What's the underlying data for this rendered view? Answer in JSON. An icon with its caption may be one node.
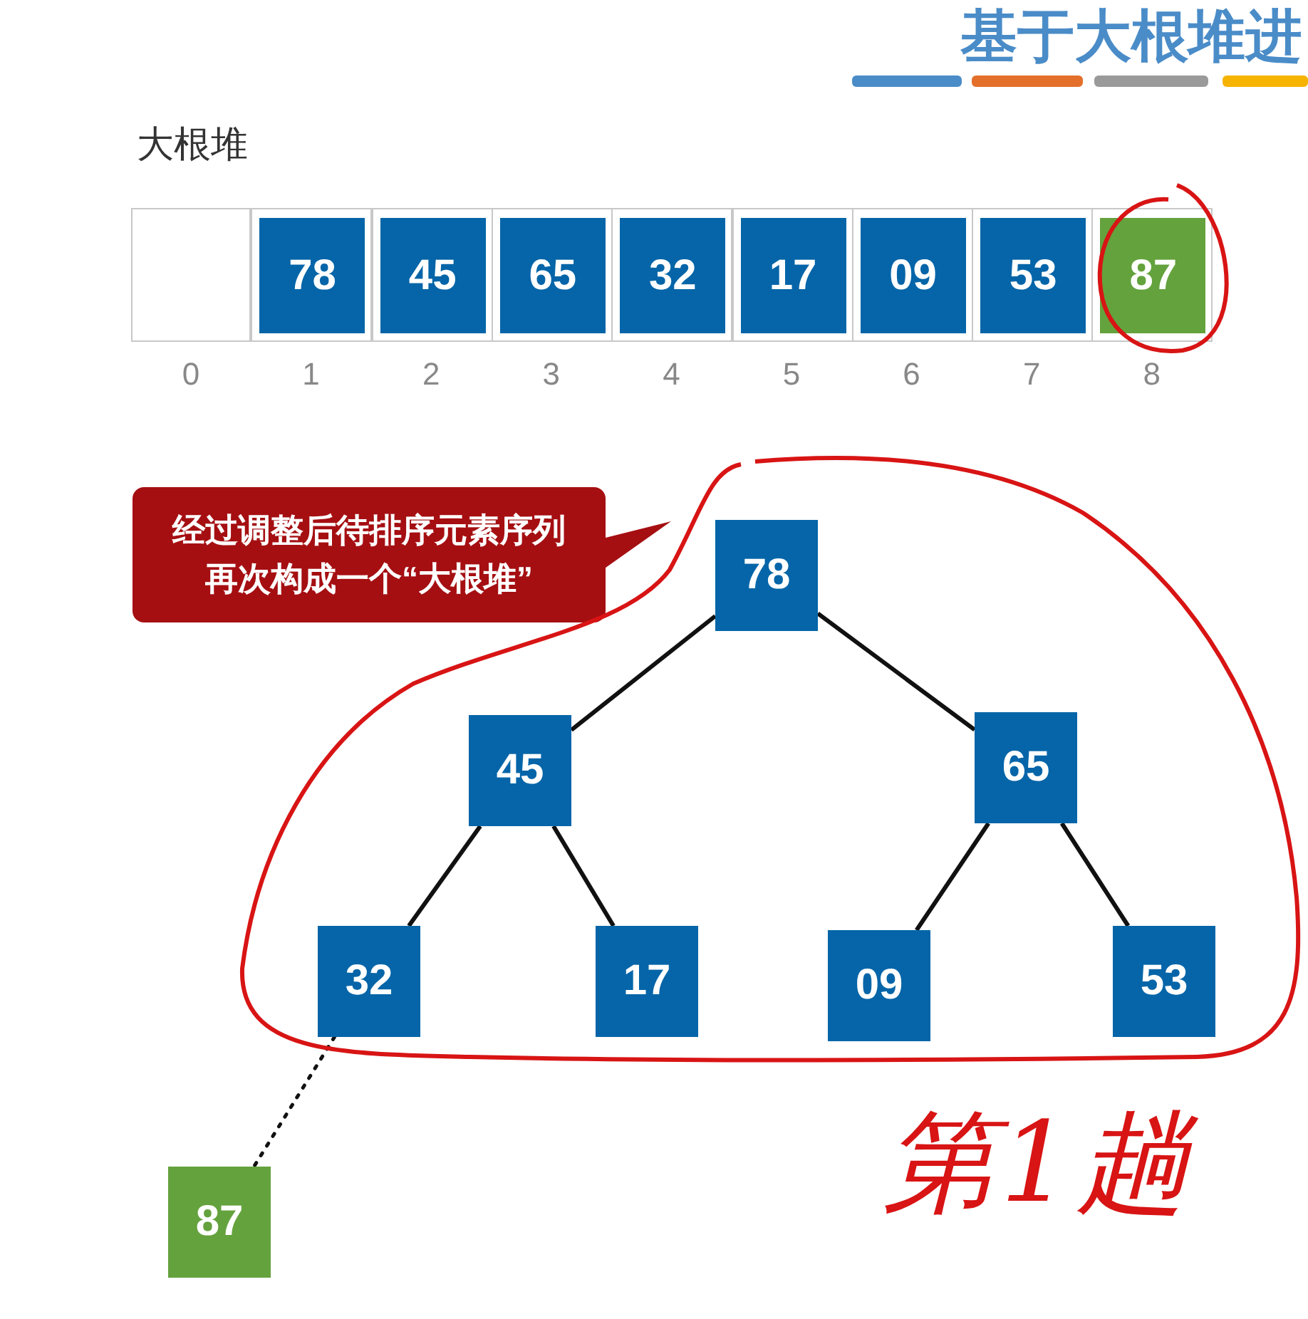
{
  "diagram": {
    "title": "基于大根堆进",
    "nodes": [
      {
        "text": [],
        "shape": "box"
      },
      {
        "text": [
          "78"
        ]
      },
      {
        "text": [
          "45"
        ]
      },
      {
        "text": [
          "65"
        ]
      },
      {
        "text": [
          "32"
        ]
      },
      {
        "text": [
          "17"
        ]
      },
      {
        "text": [
          "09"
        ]
      },
      {
        "text": [
          "53"
        ]
      },
      {
        "text": [
          "87"
        ]
      },
      {
        "text": [
          "78"
        ]
      },
      {
        "text": [
          "45"
        ]
      },
      {
        "text": [
          "65"
        ]
      },
      {
        "text": [
          "32"
        ]
      },
      {
        "text": [
          "17"
        ]
      },
      {
        "text": [
          "09"
        ]
      },
      {
        "text": [
          "53"
        ]
      },
      {
        "text": [
          "87"
        ]
      },
      {
        "text": [
          "经过调整后待排序元素序列再次构成一个“大根堆”"
        ]
      }
    ],
    "edges": [
      {
        "from": 9,
        "to": 10,
        "arrow": "none"
      },
      {
        "from": 9,
        "to": 11,
        "arrow": "none"
      },
      {
        "from": 10,
        "to": 12,
        "arrow": "none"
      },
      {
        "from": 10,
        "to": 13,
        "arrow": "none"
      },
      {
        "from": 11,
        "to": 14,
        "arrow": "none"
      },
      {
        "from": 11,
        "to": 15,
        "arrow": "none"
      },
      {
        "from": 12,
        "to": 16,
        "arrow": "none",
        "style": "dashed"
      }
    ],
    "labels": [
      "大根堆",
      "0",
      "1",
      "2",
      "3",
      "4",
      "5",
      "6",
      "7",
      "8",
      "第1趟"
    ]
  }
}
